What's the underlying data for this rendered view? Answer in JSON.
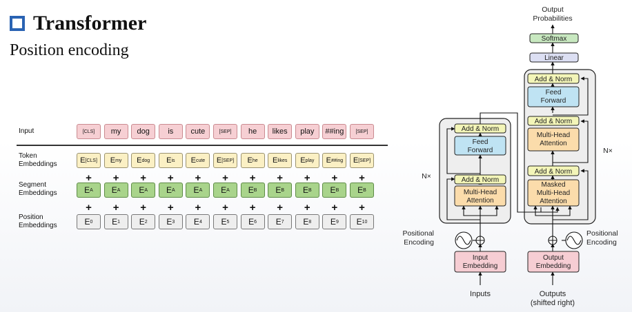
{
  "header": {
    "title": "Transformer",
    "subtitle": "Position encoding"
  },
  "bert": {
    "labels": {
      "input": "Input",
      "token": [
        "Token",
        "Embeddings"
      ],
      "segment": [
        "Segment",
        "Embeddings"
      ],
      "position": [
        "Position",
        "Embeddings"
      ]
    },
    "inputs": [
      "[CLS]",
      "my",
      "dog",
      "is",
      "cute",
      "[SEP]",
      "he",
      "likes",
      "play",
      "##ing",
      "[SEP]"
    ],
    "token_subs": [
      "[CLS]",
      "my",
      "dog",
      "is",
      "cute",
      "[SEP]",
      "he",
      "likes",
      "play",
      "##ing",
      "[SEP]"
    ],
    "segment_subs": [
      "A",
      "A",
      "A",
      "A",
      "A",
      "A",
      "B",
      "B",
      "B",
      "B",
      "B"
    ],
    "position_subs": [
      "0",
      "1",
      "2",
      "3",
      "4",
      "5",
      "6",
      "7",
      "8",
      "9",
      "10"
    ],
    "embed_letter": "E",
    "plus": "+"
  },
  "transformer": {
    "output_probabilities": [
      "Output",
      "Probabilities"
    ],
    "softmax": "Softmax",
    "linear": "Linear",
    "add_norm": "Add & Norm",
    "feed_forward": [
      "Feed",
      "Forward"
    ],
    "multi_head": [
      "Multi-Head",
      "Attention"
    ],
    "masked_multi_head": [
      "Masked",
      "Multi-Head",
      "Attention"
    ],
    "input_embedding": [
      "Input",
      "Embedding"
    ],
    "output_embedding": [
      "Output",
      "Embedding"
    ],
    "positional_encoding": [
      "Positional",
      "Encoding"
    ],
    "nx": "N×",
    "inputs": "Inputs",
    "outputs": [
      "Outputs",
      "(shifted right)"
    ],
    "colors": {
      "add_norm": "#f3f5b8",
      "feed_forward": "#bfe3f3",
      "attention": "#fbdcab",
      "embedding": "#f6cdd3",
      "linear": "#dcdff3",
      "softmax": "#c8e8c0",
      "block": "#eeeeee"
    }
  }
}
